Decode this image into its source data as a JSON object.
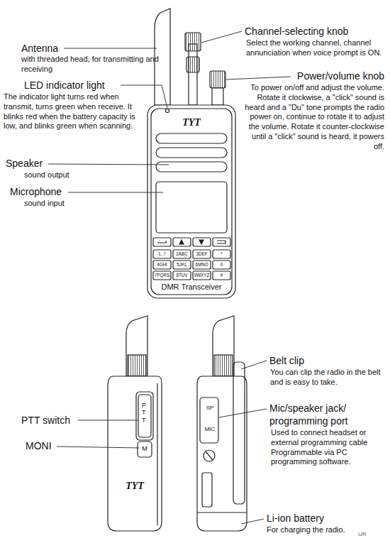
{
  "diagram": {
    "labels": [
      "Antenna",
      "with threaded head, for transmitting and receiving",
      "Channel-selecting knob",
      "Select the working channel, channel annunciation when voice prompt is ON.",
      "Power/volume knob",
      "To power on/off and adjust the volume. Rotate it clockwise, a \"click\" sound is heard and a \"Du\" tone prompts the radio power on, continue to rotate it to adjust the volume. Rotate it counter-clockwise until a \"click\" sound is heard, it powers off.",
      "LED indicator light",
      "The indicator light turns red when transmit, turns green when receive. It blinks red when the battery capacity is low, and blinks green when scanning.",
      "Speaker",
      "sound output",
      "Microphone",
      "sound input",
      "TYT",
      "1.,?",
      "2ABC",
      "3DEF",
      "*",
      "4GHI",
      "5JKL",
      "6MNO",
      "0",
      "7PQRS",
      "8TUV",
      "9WXYZ",
      "#",
      "DMR Transceiver",
      "Belt clip",
      "You can clip the radio in the belt and is easy to take.",
      "PTT switch",
      "PTT",
      "MONI",
      "M",
      "TYT",
      "SP",
      "MIC",
      "Mic/speaker jack/ programming port",
      "Used to connect headset or external programming cable Programmable via PC programming software.",
      "Li-ion battery",
      "For charging the radio.",
      "UR"
    ]
  }
}
